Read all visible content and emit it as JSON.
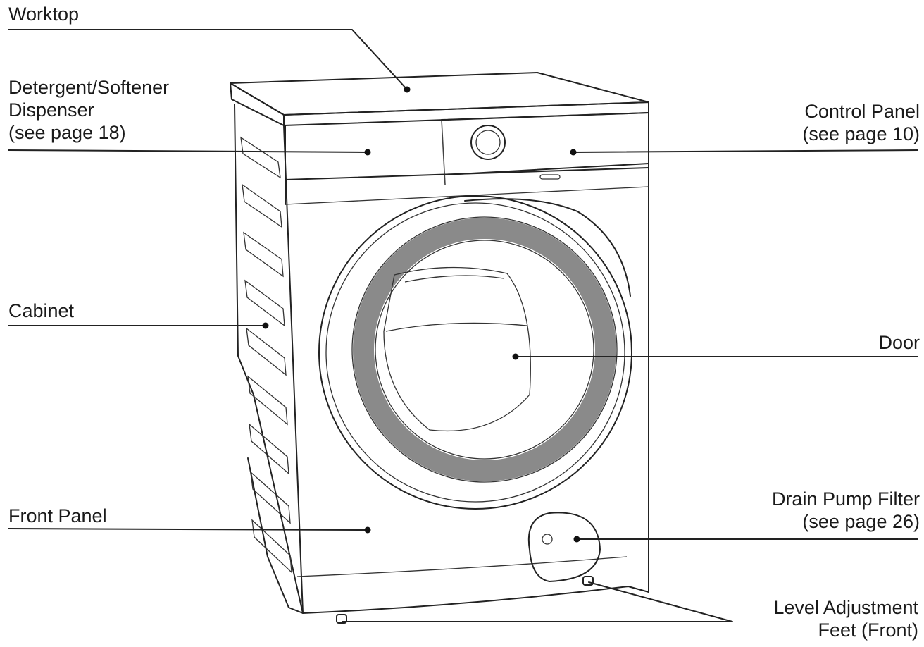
{
  "labels": {
    "worktop": {
      "line1": "Worktop"
    },
    "dispenser": {
      "line1": "Detergent/Softener",
      "line2": "Dispenser",
      "line3": "(see page 18)"
    },
    "control_panel": {
      "line1": "Control Panel",
      "line2": "(see page 10)"
    },
    "cabinet": {
      "line1": "Cabinet"
    },
    "door": {
      "line1": "Door"
    },
    "front_panel": {
      "line1": "Front Panel"
    },
    "drain_pump_filter": {
      "line1": "Drain Pump Filter",
      "line2": "(see page 26)"
    },
    "level_feet": {
      "line1": "Level Adjustment",
      "line2": "Feet (Front)"
    }
  },
  "colors": {
    "line": "#222222",
    "door_ring": "#8a8a8a",
    "background": "#ffffff"
  }
}
